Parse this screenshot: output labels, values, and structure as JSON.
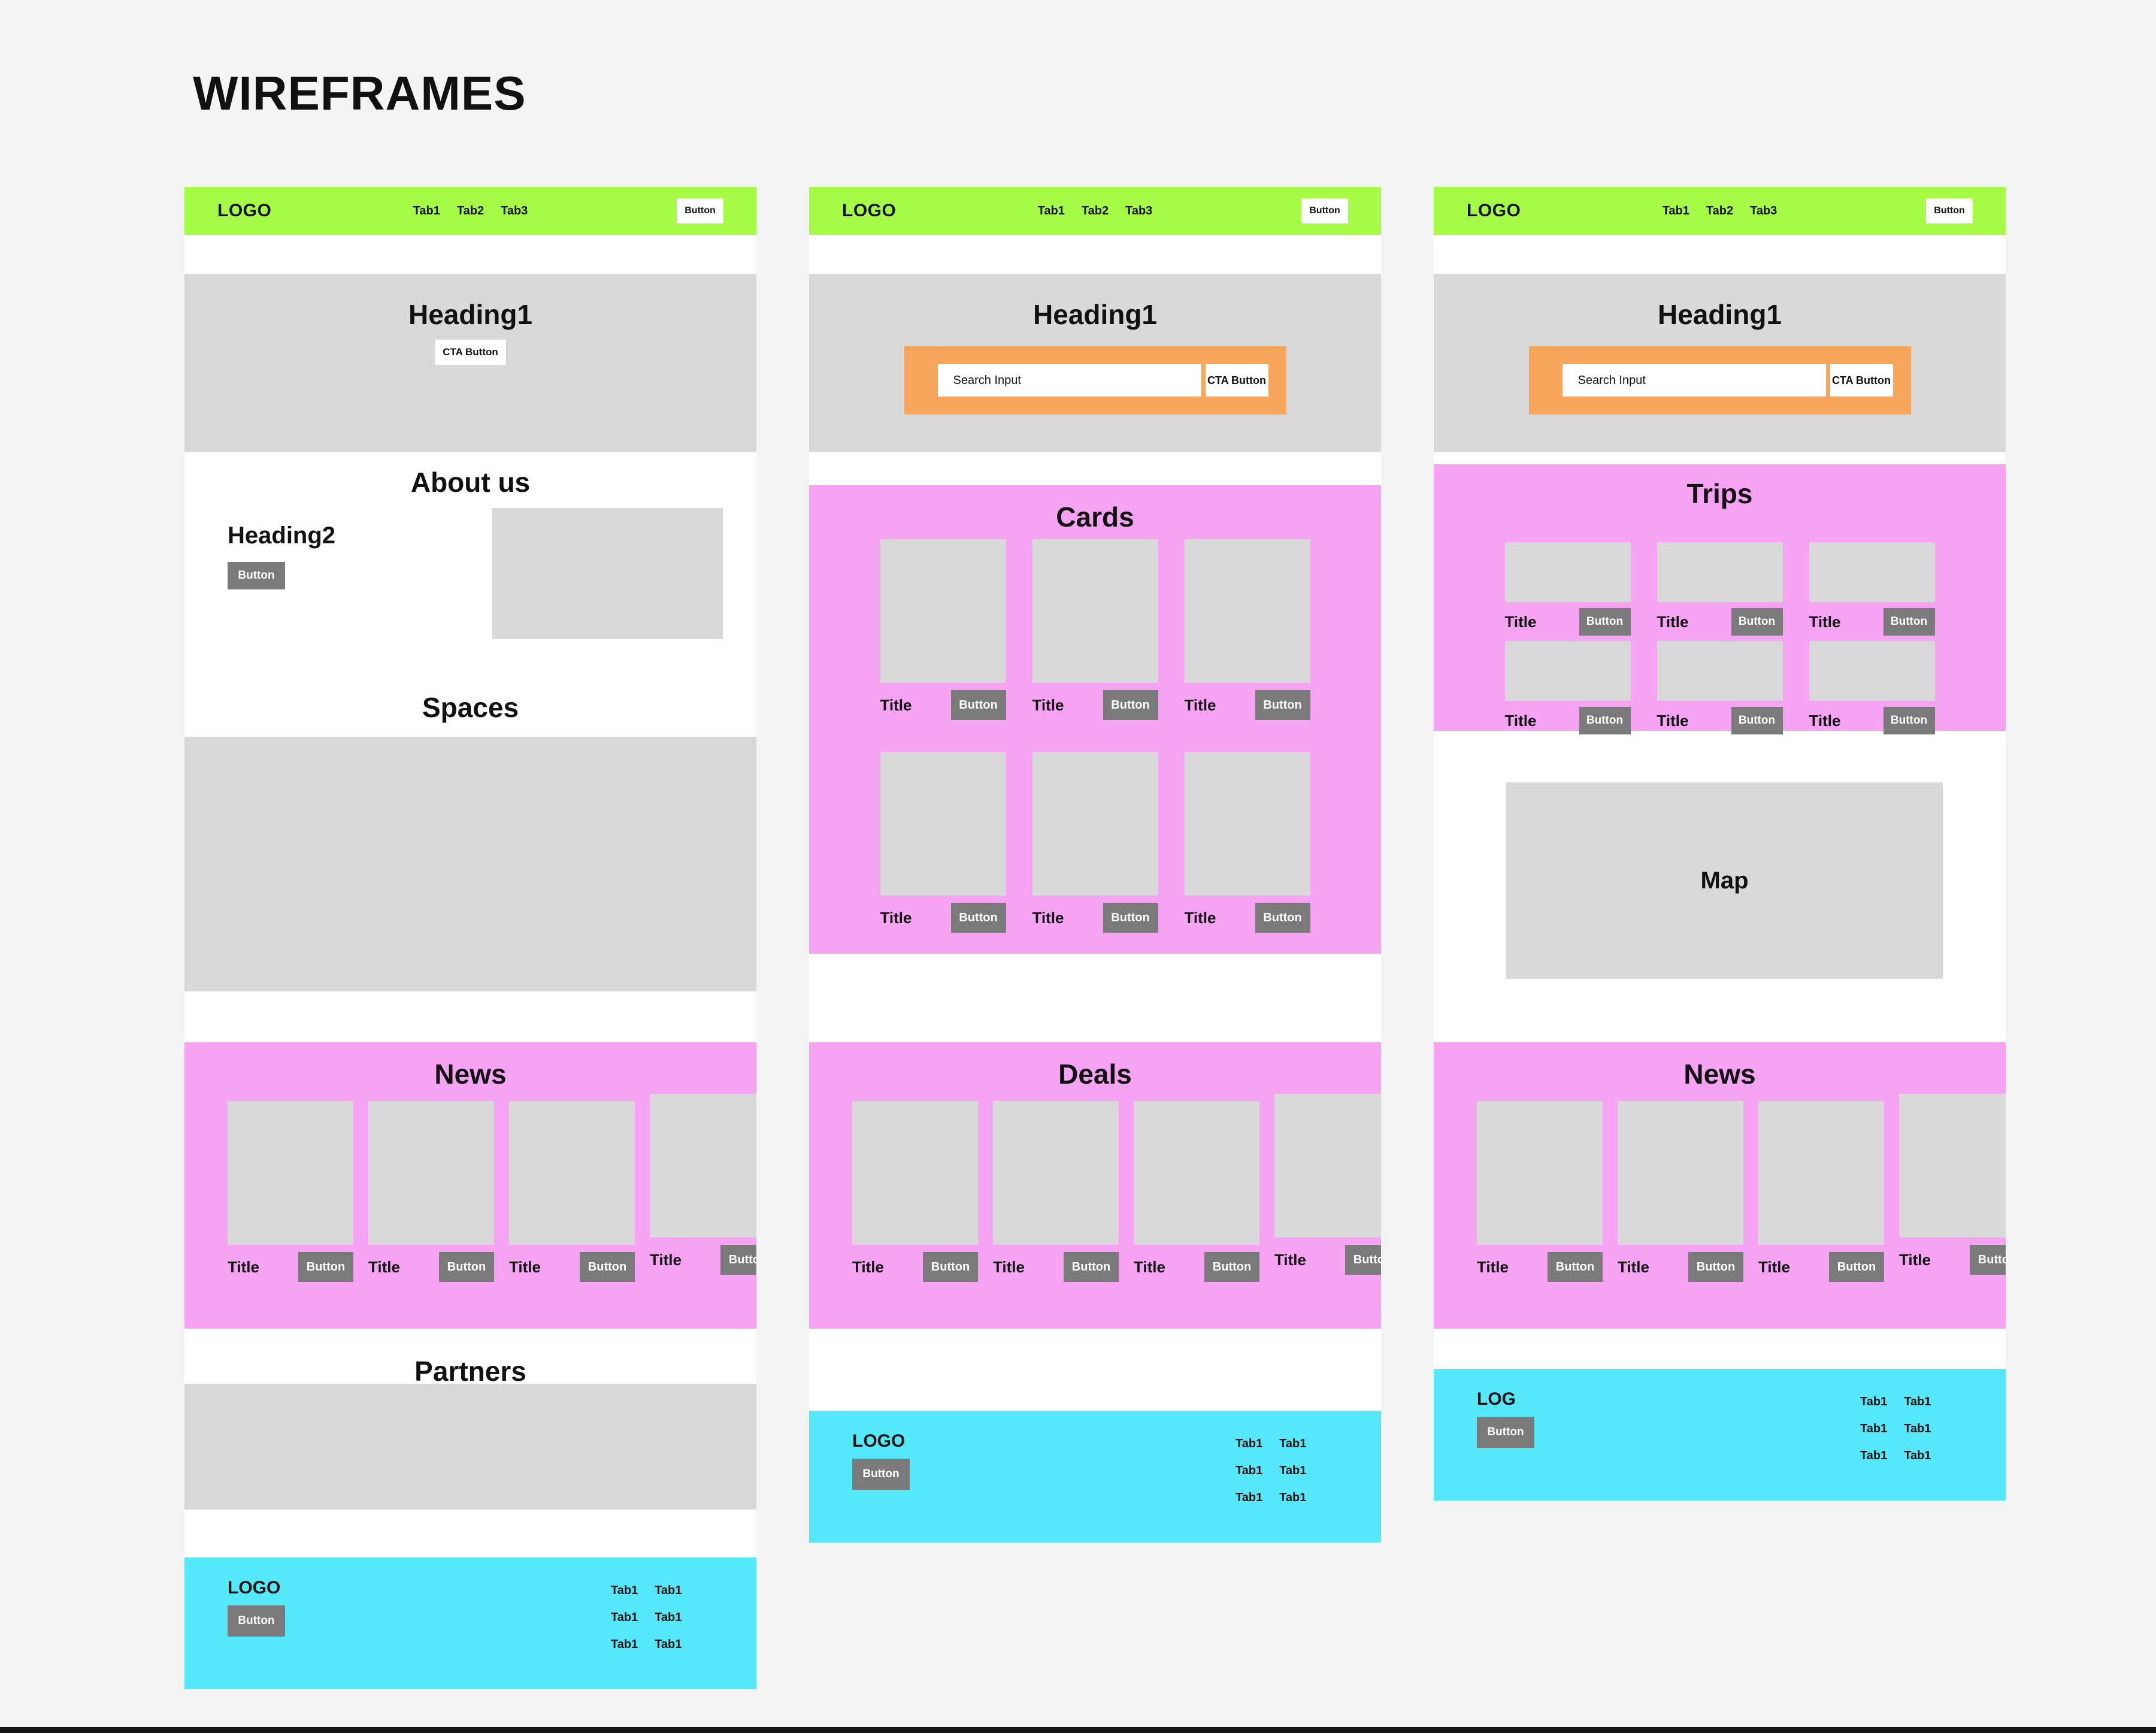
{
  "title": "WIREFRAMES",
  "colors": {
    "canvas": "#f4f4f4",
    "nav_green": "#a6fb44",
    "section_pink": "#f7a3f4",
    "footer_cyan": "#55e8fb",
    "search_orange": "#f8a55c",
    "placeholder_gray": "#d9d9d9",
    "button_gray": "#7a7a7a"
  },
  "labels": {
    "logo": "LOGO",
    "logo_short": "LOG",
    "tab1": "Tab1",
    "tab2": "Tab2",
    "tab3": "Tab3",
    "nav_button": "Button",
    "heading1": "Heading1",
    "heading2": "Heading2",
    "cta_button": "CTA Button",
    "search_placeholder": "Search Input",
    "card_title": "Title",
    "card_button": "Button",
    "footer_button": "Button",
    "map": "Map"
  },
  "sections": {
    "w1": {
      "about": "About us",
      "spaces": "Spaces",
      "news": "News",
      "partners": "Partners"
    },
    "w2": {
      "cards": "Cards",
      "deals": "Deals"
    },
    "w3": {
      "trips": "Trips",
      "news": "News"
    }
  }
}
